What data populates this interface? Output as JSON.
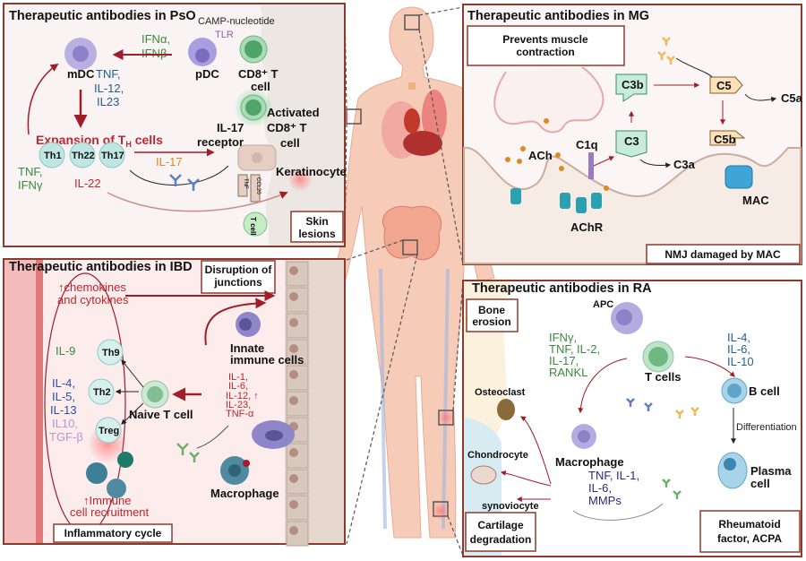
{
  "colors": {
    "panel_border": "#8b3a2e",
    "arrow_red": "#a11d2a",
    "green": "#3a8a3e",
    "blue": "#1f5f8f",
    "purple": "#8a60b0",
    "orange": "#e08a1e",
    "navy": "#2a2a7a"
  },
  "pso": {
    "title": "Therapeutic antibodies in PsO",
    "camp": "CAMP-nucleotide",
    "tlr": "TLR",
    "ifn": [
      "IFNα,",
      "IFNβ"
    ],
    "mdc": "mDC",
    "mdc_cytokines": [
      "TNF,",
      "IL-12,",
      "IL23"
    ],
    "pdc": "pDC",
    "cd8": [
      "CD8⁺ T",
      "cell"
    ],
    "activated": [
      "Activated",
      "CD8⁺ T",
      "cell"
    ],
    "expansion": "Expansion of T",
    "expansion_sub": "H",
    "expansion_end": " cells",
    "th": [
      "Th1",
      "Th22",
      "Th17"
    ],
    "il17r": [
      "IL-17",
      "receptor"
    ],
    "il17": "IL-17",
    "tnf_ifng": [
      "TNF,",
      "IFNγ"
    ],
    "il22": "IL-22",
    "keratinocyte": "Keratinocyte",
    "tnf_tag": "TNF",
    "ccl20_tag": "CCL20",
    "tcell": "T cell",
    "skin_lesions": [
      "Skin",
      "lesions"
    ]
  },
  "ibd": {
    "title": "Therapeutic antibodies in IBD",
    "disruption": [
      "Disruption of",
      "junctions"
    ],
    "chemokines": [
      "↑chemokines",
      "and cytokines"
    ],
    "il9": "IL-9",
    "th9": "Th9",
    "il4": [
      "IL-4,",
      "IL-5,",
      "IL-13"
    ],
    "th2": "Th2",
    "il10": [
      "IL10,",
      "TGF-β"
    ],
    "treg": "Treg",
    "naive": "Naive T cell",
    "innate": [
      "Innate",
      "immune cells"
    ],
    "cytokines": [
      "IL-1,",
      "IL-6,",
      "IL-12, ↑",
      "IL-23,",
      "TNF-α"
    ],
    "macrophage": "Macrophage",
    "recruitment": [
      "↑Immune",
      "cell recruitment"
    ],
    "cycle": "Inflammatory cycle"
  },
  "mg": {
    "title": "Therapeutic antibodies in MG",
    "prevents": [
      "Prevents muscle",
      "contraction"
    ],
    "c3b": "C3b",
    "c3": "C3",
    "c5": "C5",
    "c5b": "C5b",
    "c5a": "C5a",
    "c3a": "C3a",
    "c1q": "C1q",
    "ach": "ACh",
    "achr": "AChR",
    "mac": "MAC",
    "nmj": "NMJ damaged by MAC"
  },
  "ra": {
    "title": "Therapeutic antibodies in RA",
    "bone": [
      "Bone",
      "erosion"
    ],
    "apc": "APC",
    "tcells": "T cells",
    "t_cytokines": [
      "IFNγ,",
      "TNF, IL-2,",
      "IL-17,",
      "RANKL"
    ],
    "b_cytokines": [
      "IL-4,",
      "IL-6,",
      "IL-10"
    ],
    "bcell": "B cell",
    "differentiation": "Differentiation",
    "plasma": [
      "Plasma",
      "cell"
    ],
    "osteoclast": "Osteoclast",
    "chondrocyte": "Chondrocyte",
    "synoviocyte": "synoviocyte",
    "macrophage": "Macrophage",
    "m_cytokines": [
      "TNF, IL-1,",
      "IL-6,",
      "MMPs"
    ],
    "cartilage": [
      "Cartilage",
      "degradation"
    ],
    "rheumatoid": [
      "Rheumatoid",
      "factor, ACPA"
    ]
  }
}
